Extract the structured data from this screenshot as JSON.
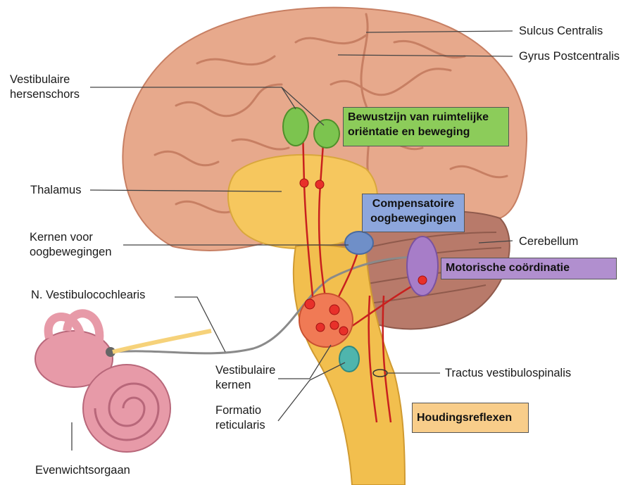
{
  "labels": {
    "sulcus_centralis": "Sulcus Centralis",
    "gyrus_postcentralis": "Gyrus Postcentralis",
    "vestibular_cortex": "Vestibulaire\nhersenschors",
    "thalamus": "Thalamus",
    "eye_movement_nuclei": "Kernen voor\noogbewegingen",
    "cerebellum": "Cerebellum",
    "n_vestibulocochlearis": "N. Vestibulocochlearis",
    "vestibular_nuclei": "Vestibulaire\nkernen",
    "formatio_reticularis": "Formatio\nreticularis",
    "tractus_vestibulospinalis": "Tractus vestibulospinalis",
    "balance_organ": "Evenwichtsorgaan"
  },
  "function_boxes": {
    "awareness": {
      "text": "Bewustzijn van ruimtelijke\noriëntatie en beweging",
      "color": "#8ccc5a"
    },
    "compensatory": {
      "text": "Compensatoire\noogbewegingen",
      "color": "#8da6dc"
    },
    "motor": {
      "text": "Motorische coördinatie",
      "color": "#b18fcf"
    },
    "posture": {
      "text": "Houdingsreflexen",
      "color": "#f8cd8a"
    }
  },
  "colors": {
    "brain": "#e7a98c",
    "brain_shadow": "#c77f63",
    "thalamus": "#f6c75e",
    "brainstem": "#f2bf4e",
    "cerebellum": "#b87a6a",
    "cortex_nucleus": "#7cc44f",
    "eye_nucleus": "#6f8fc8",
    "motor_nucleus": "#a77dc8",
    "vestibular_nucleus": "#f07a55",
    "reticular_nucleus": "#4fb5ad",
    "pathway": "#c8201e",
    "nerve": "#8a8a8a",
    "ear": "#e79aa8"
  }
}
